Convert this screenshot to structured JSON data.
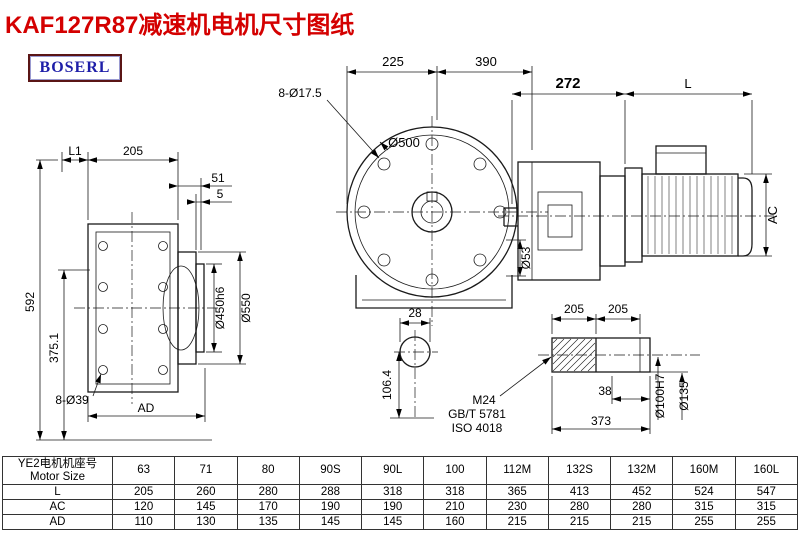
{
  "page": {
    "title": "KAF127R87减速机电机尺寸图纸",
    "logo": "BOSERL"
  },
  "drawing": {
    "front_view": {
      "l1": "L1",
      "w205": "205",
      "s51": "51",
      "s5": "5",
      "h592": "592",
      "h375": "375.1",
      "holes": "8-Ø39",
      "ad": "AD",
      "flange450": "Ø450h6",
      "flange550": "Ø550"
    },
    "flange_view": {
      "w225": "225",
      "w390": "390",
      "holes": "8-Ø17.5",
      "d500": "Ø500",
      "d53": "Ø53",
      "w28": "28",
      "h106": "106.4"
    },
    "motor_view": {
      "w272": "272",
      "len": "L",
      "ac": "AC"
    },
    "shaft_view": {
      "p205a": "205",
      "p205b": "205",
      "thread": "M24",
      "std1": "GB/T 5781",
      "std2": "ISO 4018",
      "l38": "38",
      "l373": "373",
      "bore": "Ø100H7",
      "d135": "Ø135"
    }
  },
  "table": {
    "header_cn": "YE2电机机座号",
    "header_en": "Motor Size",
    "sizes": [
      "63",
      "71",
      "80",
      "90S",
      "90L",
      "100",
      "112M",
      "132S",
      "132M",
      "160M",
      "160L"
    ],
    "rows": [
      {
        "label": "L",
        "values": [
          "205",
          "260",
          "280",
          "288",
          "318",
          "318",
          "365",
          "413",
          "452",
          "524",
          "547"
        ]
      },
      {
        "label": "AC",
        "values": [
          "120",
          "145",
          "170",
          "190",
          "190",
          "210",
          "230",
          "280",
          "280",
          "315",
          "315"
        ]
      },
      {
        "label": "AD",
        "values": [
          "110",
          "130",
          "135",
          "145",
          "145",
          "160",
          "215",
          "215",
          "215",
          "255",
          "255"
        ]
      }
    ]
  }
}
